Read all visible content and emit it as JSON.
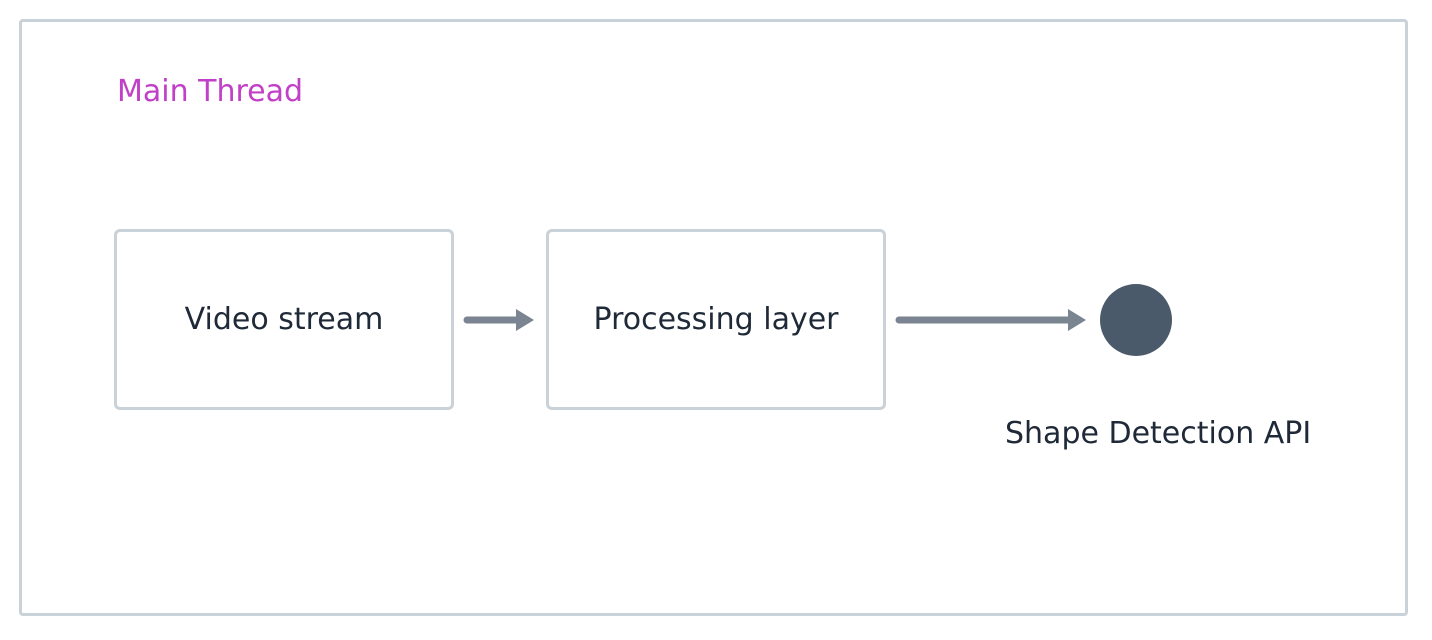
{
  "diagram": {
    "container": {
      "label": "Main Thread"
    },
    "nodes": [
      {
        "id": "video-stream",
        "label": "Video stream"
      },
      {
        "id": "processing-layer",
        "label": "Processing layer"
      }
    ],
    "endpoint": {
      "label": "Shape Detection API"
    },
    "edges": [
      {
        "from": "Video stream",
        "to": "Processing layer"
      },
      {
        "from": "Processing layer",
        "to": "Shape Detection API"
      }
    ]
  },
  "colors": {
    "container_label": "#c040c8",
    "border": "#c9d2d8",
    "text": "#1f2937",
    "arrow": "#7b8591",
    "endpoint_fill": "#4b5a6a"
  }
}
